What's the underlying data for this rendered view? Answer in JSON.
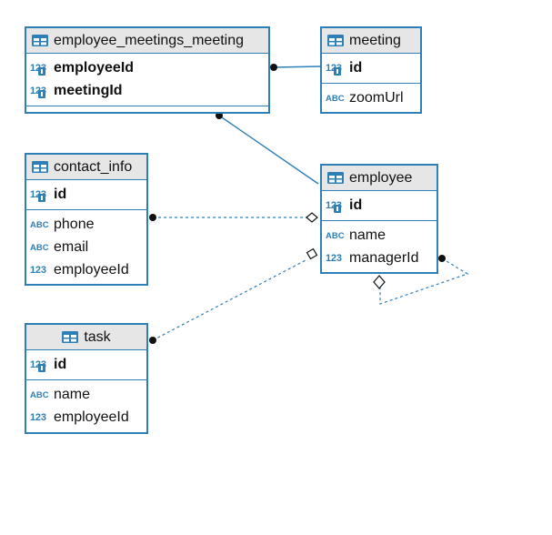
{
  "colors": {
    "accent": "#2e7fb6",
    "header_bg": "#e6e6e6"
  },
  "entities": {
    "emm": {
      "name": "employee_meetings_meeting",
      "columns": [
        {
          "label": "employeeId",
          "type": "123",
          "key": true
        },
        {
          "label": "meetingId",
          "type": "123",
          "key": true
        }
      ]
    },
    "meeting": {
      "name": "meeting",
      "pk": {
        "label": "id",
        "type": "123",
        "key": true
      },
      "columns": [
        {
          "label": "zoomUrl",
          "type": "ABC",
          "key": false
        }
      ]
    },
    "contact_info": {
      "name": "contact_info",
      "pk": {
        "label": "id",
        "type": "123",
        "key": true
      },
      "columns": [
        {
          "label": "phone",
          "type": "ABC",
          "key": false
        },
        {
          "label": "email",
          "type": "ABC",
          "key": false
        },
        {
          "label": "employeeId",
          "type": "123",
          "key": false
        }
      ]
    },
    "employee": {
      "name": "employee",
      "pk": {
        "label": "id",
        "type": "123",
        "key": true
      },
      "columns": [
        {
          "label": "name",
          "type": "ABC",
          "key": false
        },
        {
          "label": "managerId",
          "type": "123",
          "key": false
        }
      ]
    },
    "task": {
      "name": "task",
      "pk": {
        "label": "id",
        "type": "123",
        "key": true
      },
      "columns": [
        {
          "label": "name",
          "type": "ABC",
          "key": false
        },
        {
          "label": "employeeId",
          "type": "123",
          "key": false
        }
      ]
    }
  },
  "relationships": [
    {
      "from": "employee_meetings_meeting",
      "to": "meeting",
      "style": "solid"
    },
    {
      "from": "employee_meetings_meeting",
      "to": "employee",
      "style": "solid"
    },
    {
      "from": "contact_info",
      "to": "employee",
      "style": "dashed"
    },
    {
      "from": "task",
      "to": "employee",
      "style": "dashed"
    },
    {
      "from": "employee",
      "to": "employee",
      "style": "dashed"
    }
  ]
}
